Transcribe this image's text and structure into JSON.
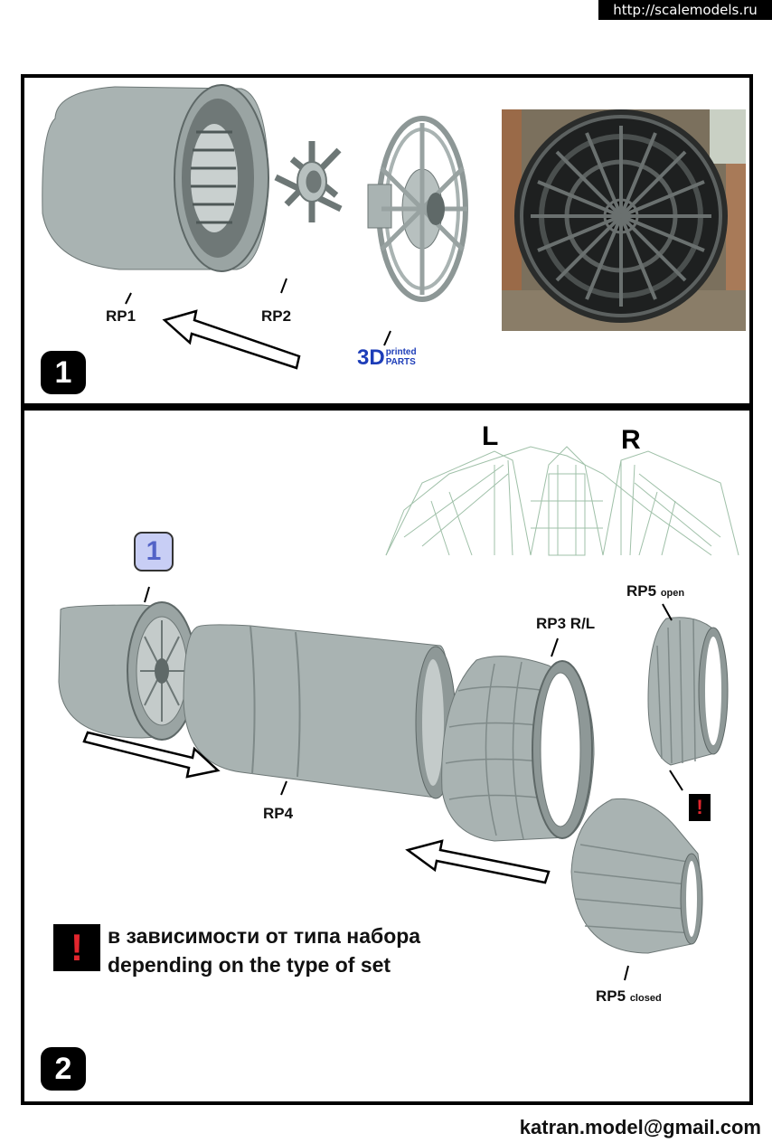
{
  "watermark": "http://scalemodels.ru",
  "step1": {
    "number": "1",
    "labels": {
      "rp1": "RP1",
      "rp2": "RP2"
    },
    "printed": {
      "big": "3D",
      "top": "printed",
      "bottom": "PARTS"
    }
  },
  "step2": {
    "number": "2",
    "reference_step": "1",
    "side_left": "L",
    "side_right": "R",
    "labels": {
      "rp4": "RP4",
      "rp3": "RP3 R/L",
      "rp5_open_main": "RP5",
      "rp5_open_sub": "open",
      "rp5_closed_main": "RP5",
      "rp5_closed_sub": "closed"
    },
    "warning_mark": "!",
    "note_ru": "в зависимости от типа набора",
    "note_en": "depending on the type of set"
  },
  "contact_email": "katran.model@gmail.com",
  "colors": {
    "part_grey": "#a9b3b2",
    "part_dark": "#7f8a89",
    "printed_blue": "#1d3db8",
    "warning_red": "#e3262e",
    "badge_blue": "#c8cef5"
  }
}
